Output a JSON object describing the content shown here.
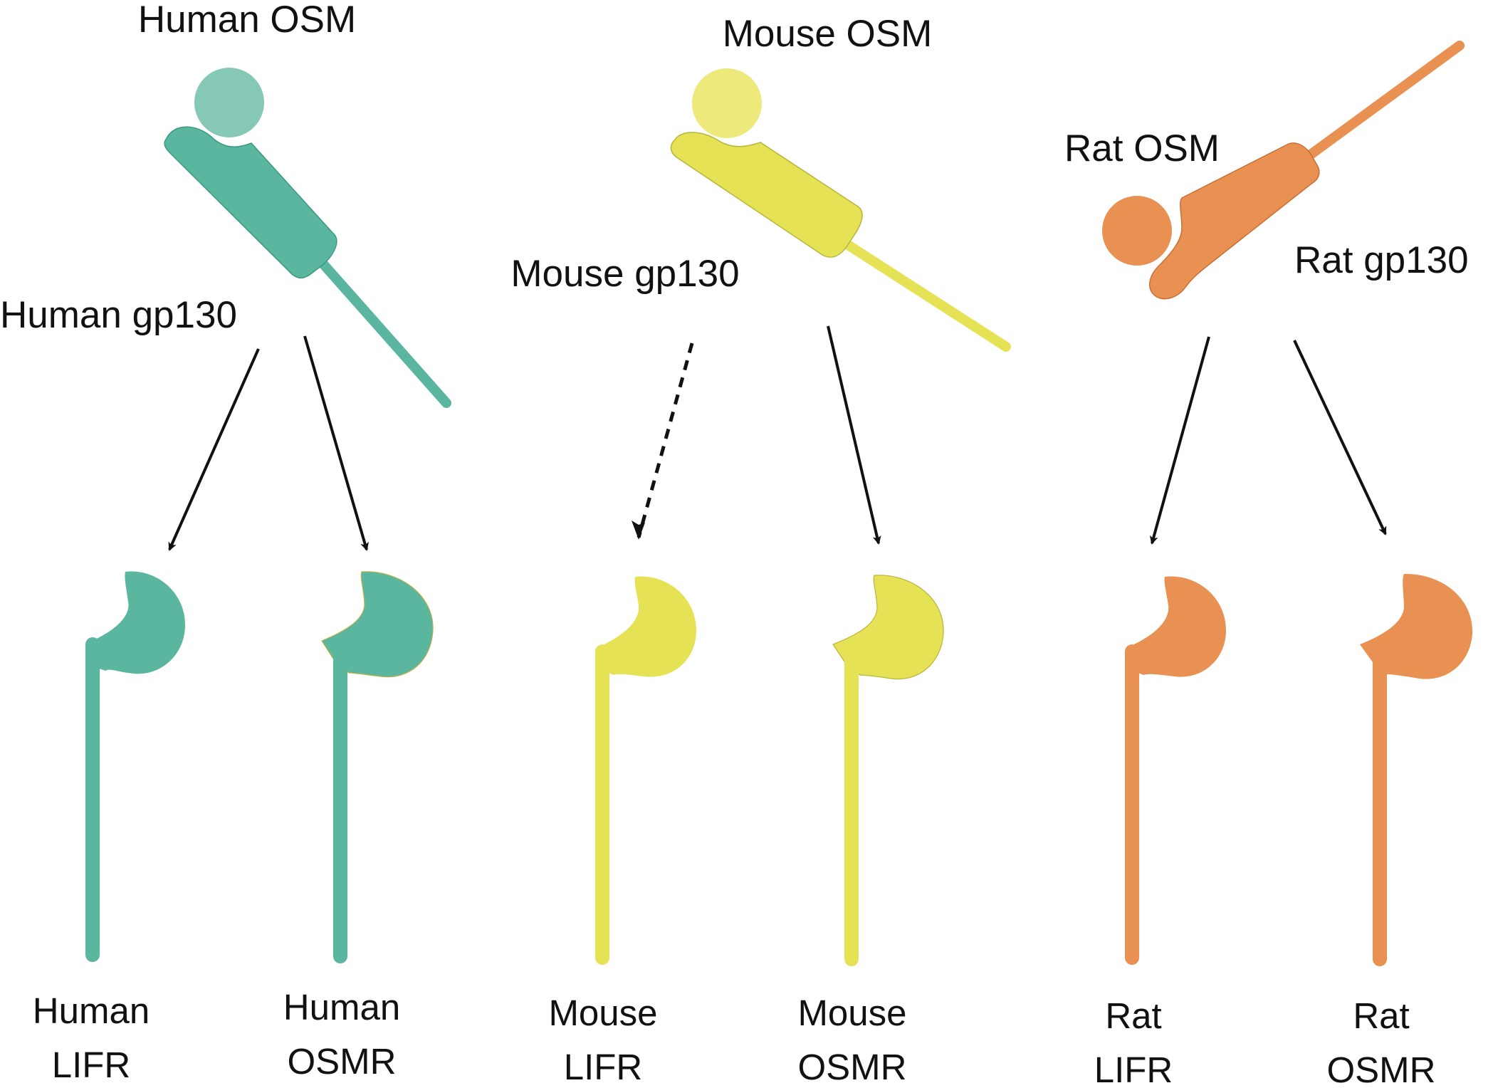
{
  "colors": {
    "human_dark": "#5bb6a0",
    "human_light": "#85c8b5",
    "mouse_dark": "#e6e255",
    "mouse_light": "#ede97a",
    "rat": "#e99152",
    "rat_light": "#e99152",
    "arrow": "#111111"
  },
  "human": {
    "osm_label": "Human OSM",
    "gp130_label": "Human gp130",
    "lifr_label_line1": "Human",
    "lifr_label_line2": "LIFR",
    "osmr_label_line1": "Human",
    "osmr_label_line2": "OSMR"
  },
  "mouse": {
    "osm_label": "Mouse OSM",
    "gp130_label": "Mouse gp130",
    "lifr_label_line1": "Mouse",
    "lifr_label_line2": "LIFR",
    "osmr_label_line1": "Mouse",
    "osmr_label_line2": "OSMR"
  },
  "rat": {
    "osm_label": "Rat OSM",
    "gp130_label": "Rat gp130",
    "lifr_label_line1": "Rat",
    "lifr_label_line2": "LIFR",
    "osmr_label_line1": "Rat",
    "osmr_label_line2": "OSMR"
  },
  "arrows": [
    {
      "from": "human",
      "to": "Human LIFR",
      "style": "solid"
    },
    {
      "from": "human",
      "to": "Human OSMR",
      "style": "solid"
    },
    {
      "from": "mouse",
      "to": "Mouse LIFR",
      "style": "dashed"
    },
    {
      "from": "mouse",
      "to": "Mouse OSMR",
      "style": "solid"
    },
    {
      "from": "rat",
      "to": "Rat LIFR",
      "style": "solid"
    },
    {
      "from": "rat",
      "to": "Rat OSMR",
      "style": "solid"
    }
  ]
}
